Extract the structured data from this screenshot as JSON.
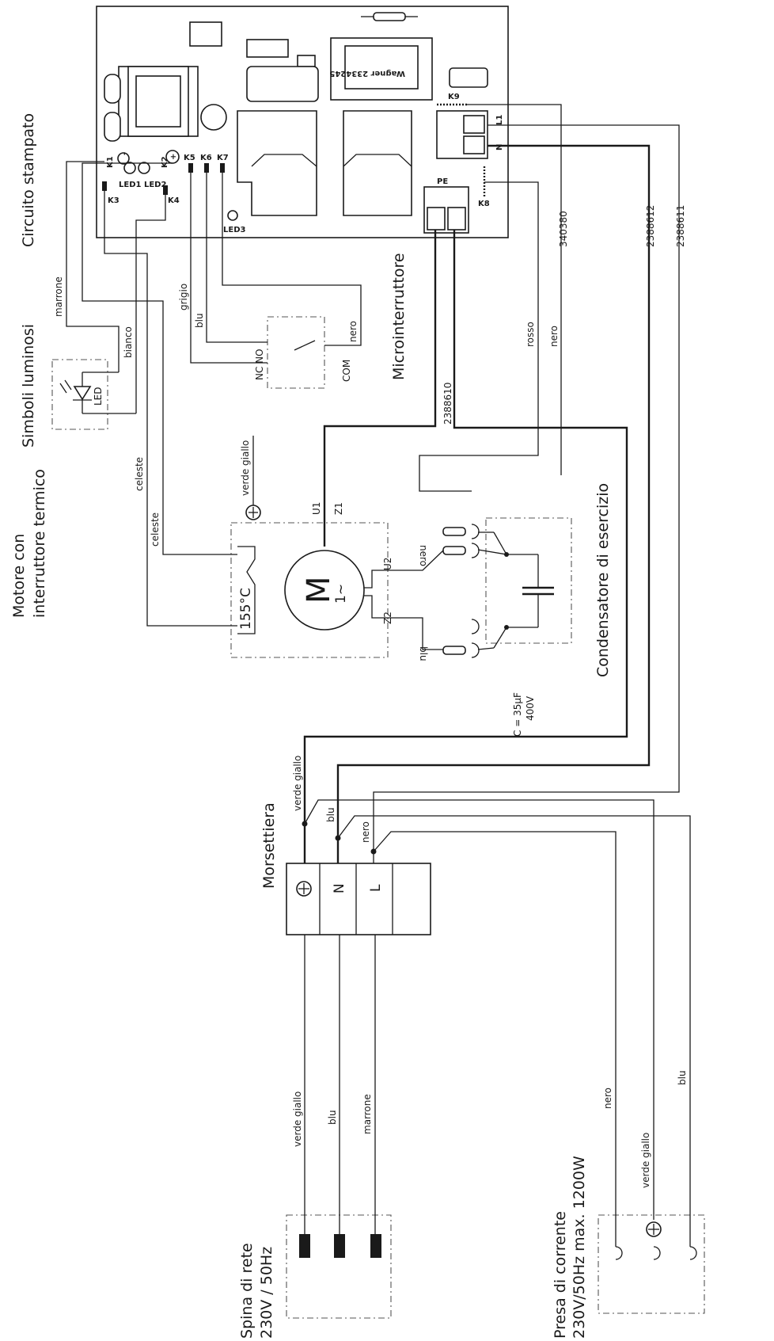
{
  "sections": {
    "pcb": "Circuito stampato",
    "signal_lights": "Simboli luminosi",
    "motor_line1": "Motore con",
    "motor_line2": "interruttore termico",
    "microswitch": "Microinterruttore",
    "capacitor": "Condensatore di esercizio",
    "terminal_block": "Morsettiera",
    "plug_line1": "Spina di rete",
    "plug_line2": "230V / 50Hz",
    "socket_line1": "Presa di corrente",
    "socket_line2": "230V/50Hz max. 1200W"
  },
  "pcb": {
    "relay_label": "Wagner 2334245",
    "k1": "K1",
    "k2": "K2",
    "k3": "K3",
    "k4": "K4",
    "k5": "K5",
    "k6": "K6",
    "k7": "K7",
    "k8": "K8",
    "k9": "K9",
    "led1_led2": "LED1 LED2",
    "led3": "LED3",
    "pe": "PE",
    "l1": "L1",
    "n": "N"
  },
  "wires": {
    "marrone": "marrone",
    "bianco": "bianco",
    "grigio": "grigio",
    "blu": "blu",
    "nero": "nero",
    "celeste": "celeste",
    "verde_giallo": "verde giallo",
    "rosso": "rosso"
  },
  "part_numbers": {
    "p340380": "340380",
    "p2388612": "2388612",
    "p2388611": "2388611",
    "p2388610": "2388610"
  },
  "motor": {
    "symbol": "M",
    "phase": "1~",
    "u1": "U1",
    "z1": "Z1",
    "u2": "U2",
    "z2": "Z2",
    "thermal": "155°C"
  },
  "microswitch": {
    "nc_no": "NC NO",
    "com": "COM"
  },
  "led": "LED",
  "capacitor": {
    "value": "C = 35µF",
    "voltage": "400V"
  },
  "terminal_block": {
    "n": "N",
    "l": "L"
  }
}
